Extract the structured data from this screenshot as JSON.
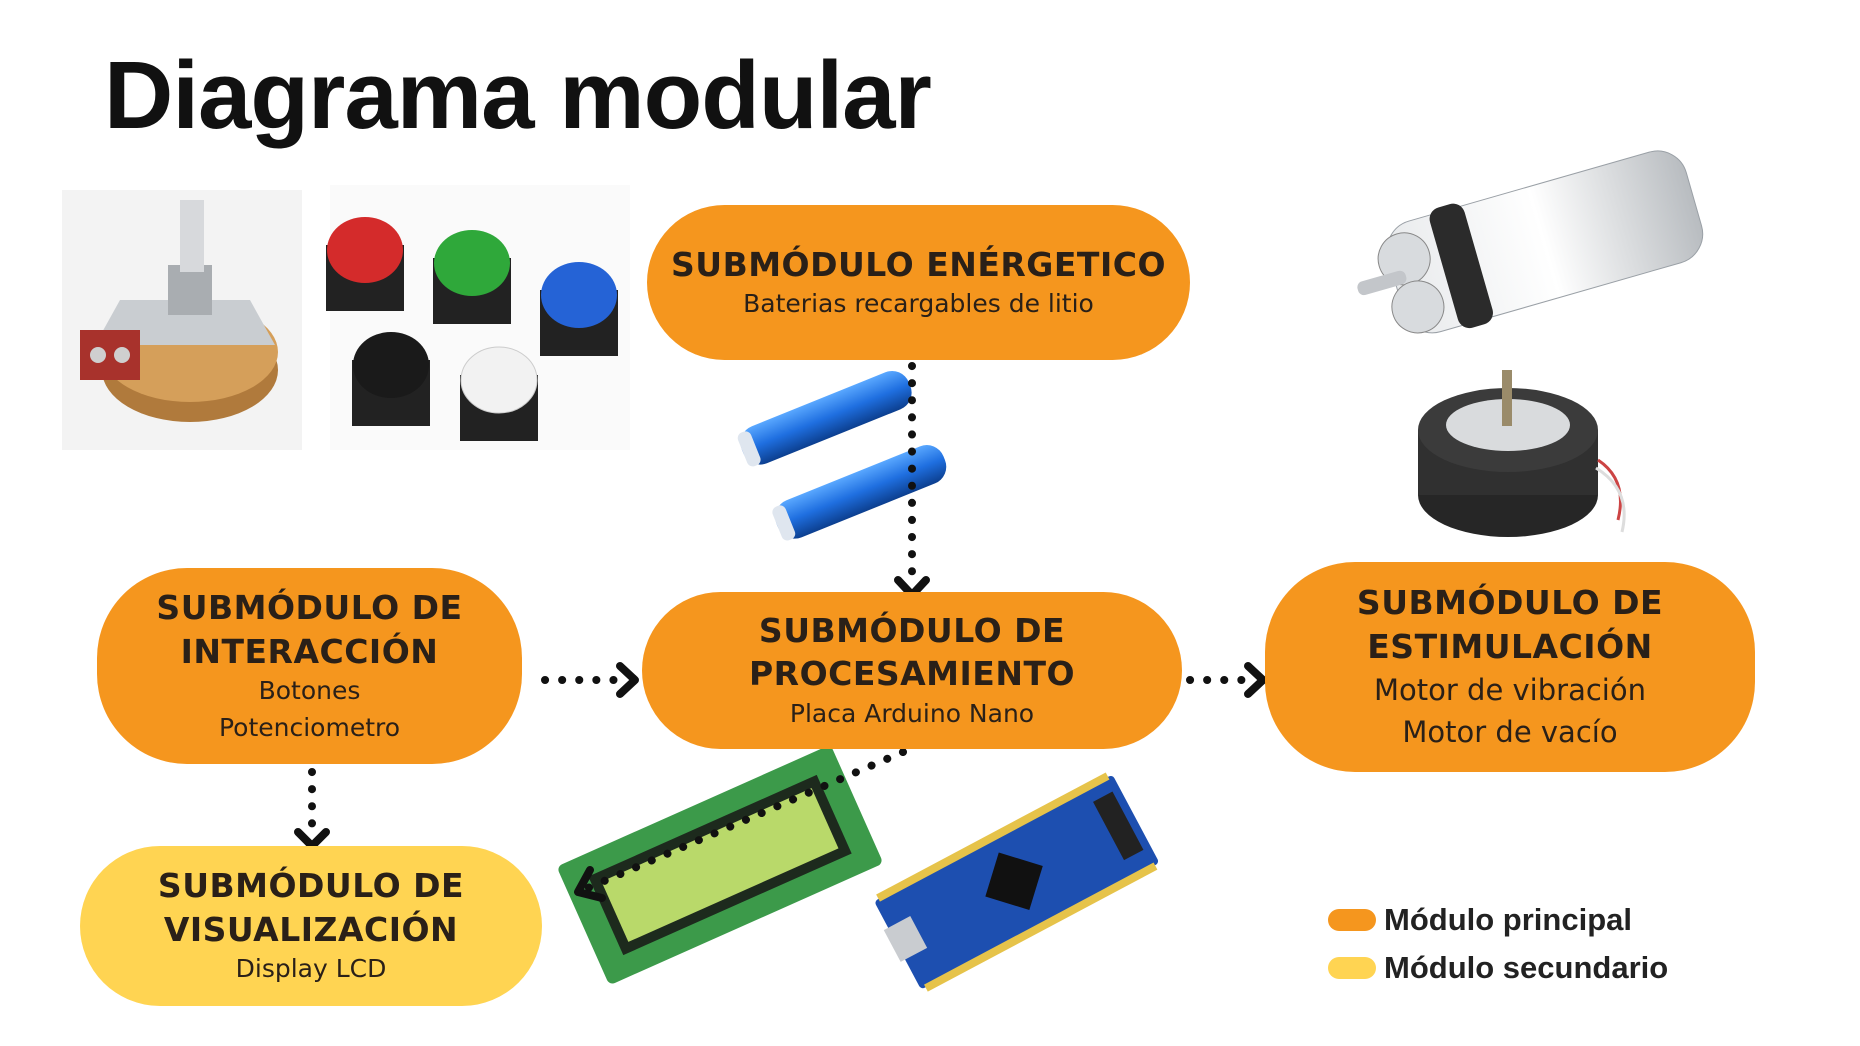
{
  "title": "Diagrama modular",
  "colors": {
    "primary": "#F5961E",
    "secondary": "#FFD452",
    "connector": "#111111"
  },
  "modules": {
    "energy": {
      "title_lines": [
        "SUBMÓDULO ENÉRGETICO"
      ],
      "lines": [
        "Baterias recargables de litio"
      ],
      "type": "primary"
    },
    "interaction": {
      "title_lines": [
        "SUBMÓDULO DE",
        "INTERACCIÓN"
      ],
      "lines": [
        "Botones",
        "Potenciometro"
      ],
      "type": "primary"
    },
    "processing": {
      "title_lines": [
        "SUBMÓDULO DE",
        "PROCESAMIENTO"
      ],
      "lines": [
        "Placa Arduino Nano"
      ],
      "type": "primary"
    },
    "stimulation": {
      "title_lines": [
        "SUBMÓDULO DE",
        "ESTIMULACIÓN"
      ],
      "lines": [
        "Motor de vibración",
        "Motor de vacío"
      ],
      "type": "primary"
    },
    "visualization": {
      "title_lines": [
        "SUBMÓDULO DE",
        "VISUALIZACIÓN"
      ],
      "lines": [
        "Display LCD"
      ],
      "type": "secondary"
    }
  },
  "connections": [
    {
      "from": "energy",
      "to": "processing"
    },
    {
      "from": "interaction",
      "to": "processing"
    },
    {
      "from": "processing",
      "to": "stimulation"
    },
    {
      "from": "interaction",
      "to": "visualization"
    },
    {
      "from": "processing",
      "to": "visualization"
    }
  ],
  "images": [
    "potentiometer",
    "push-buttons",
    "lithium-batteries",
    "vacuum-motor",
    "vibration-motor",
    "lcd-display",
    "arduino-nano"
  ],
  "legend": [
    {
      "label": "Módulo principal",
      "color": "#F5961E"
    },
    {
      "label": "Módulo secundario",
      "color": "#FFD452"
    }
  ]
}
